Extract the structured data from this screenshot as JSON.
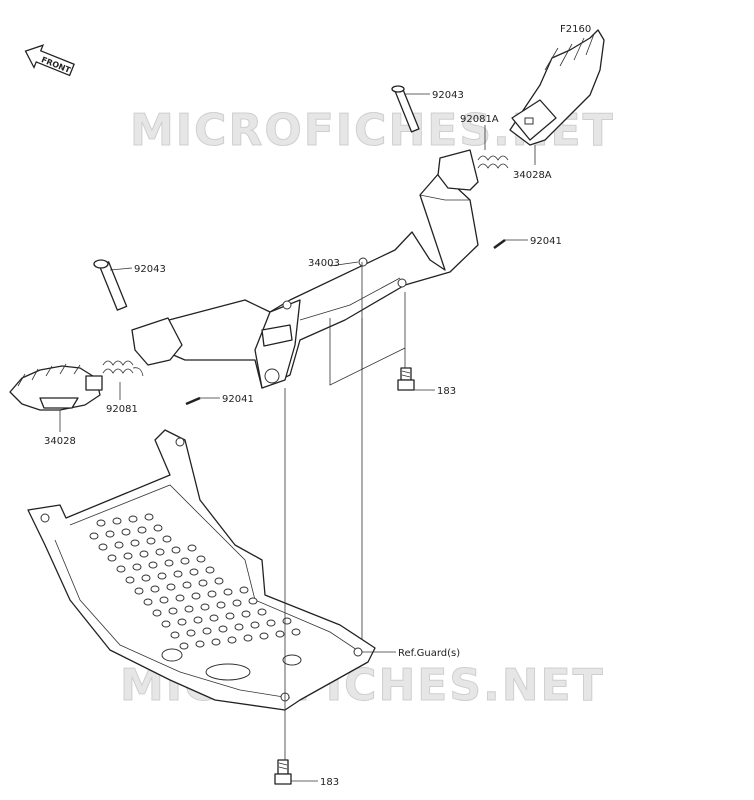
{
  "figure_code": "F2160",
  "front_arrow": {
    "label": "FRONT",
    "icon": "front-arrow-icon"
  },
  "watermark_text": "MICROFICHES.NET",
  "callouts": [
    {
      "id": "92043-right",
      "text": "92043"
    },
    {
      "id": "92081a",
      "text": "92081A"
    },
    {
      "id": "34028a",
      "text": "34028A"
    },
    {
      "id": "92041-right",
      "text": "92041"
    },
    {
      "id": "34003",
      "text": "34003"
    },
    {
      "id": "92043-left",
      "text": "92043"
    },
    {
      "id": "92081",
      "text": "92081"
    },
    {
      "id": "92041-left",
      "text": "92041"
    },
    {
      "id": "34028",
      "text": "34028"
    },
    {
      "id": "183-upper",
      "text": "183"
    },
    {
      "id": "ref-guard",
      "text": "Ref.Guard(s)"
    },
    {
      "id": "183-lower",
      "text": "183"
    }
  ]
}
